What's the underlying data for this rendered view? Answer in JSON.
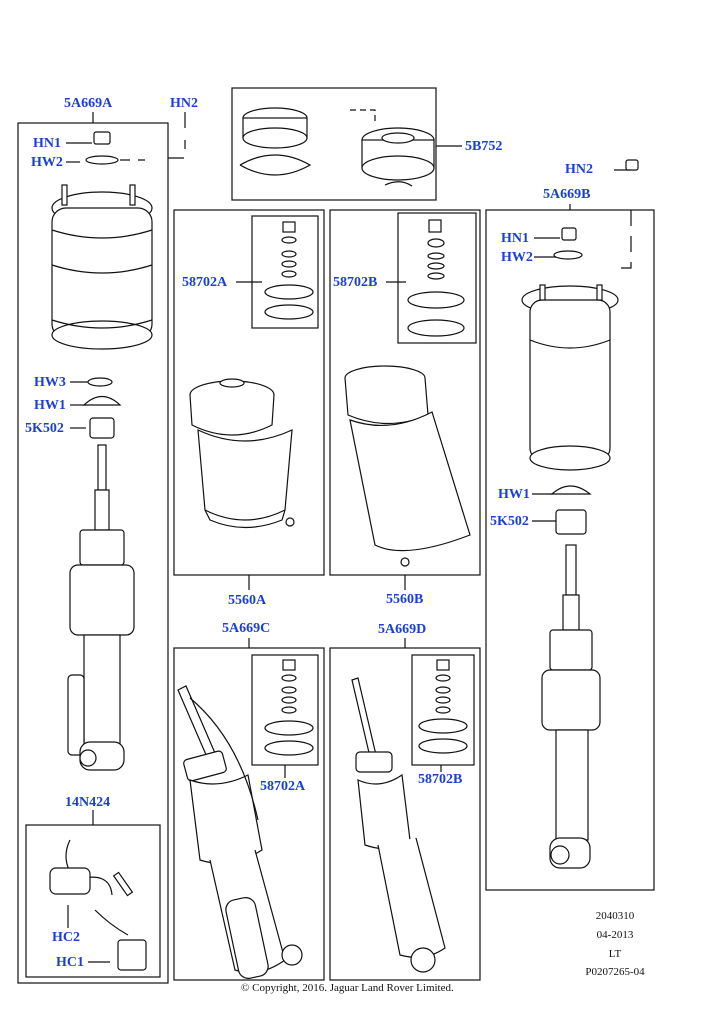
{
  "labels": {
    "l_5a669a": "5A669A",
    "l_hn2_top": "HN2",
    "l_hn1_left": "HN1",
    "l_hw2_left": "HW2",
    "l_hw3": "HW3",
    "l_hw1_left": "HW1",
    "l_5k502_left": "5K502",
    "l_14n424": "14N424",
    "l_hc2": "HC2",
    "l_hc1": "HC1",
    "l_5b752": "5B752",
    "l_58702a_top": "58702A",
    "l_58702b_top": "58702B",
    "l_5560a": "5560A",
    "l_5560b": "5560B",
    "l_5a669c": "5A669C",
    "l_5a669d": "5A669D",
    "l_58702a_bot": "58702A",
    "l_58702b_bot": "58702B",
    "l_hn2_right": "HN2",
    "l_5a669b": "5A669B",
    "l_hn1_right": "HN1",
    "l_hw2_right": "HW2",
    "l_hw1_right": "HW1",
    "l_5k502_right": "5K502"
  },
  "doc_code": {
    "line1": "2040310",
    "line2": "04-2013",
    "line3": "LT",
    "line4": "P0207265-04"
  },
  "copyright": "© Copyright, 2016. Jaguar Land Rover Limited.",
  "colors": {
    "label": "#1a3fd6",
    "line": "#111111"
  }
}
